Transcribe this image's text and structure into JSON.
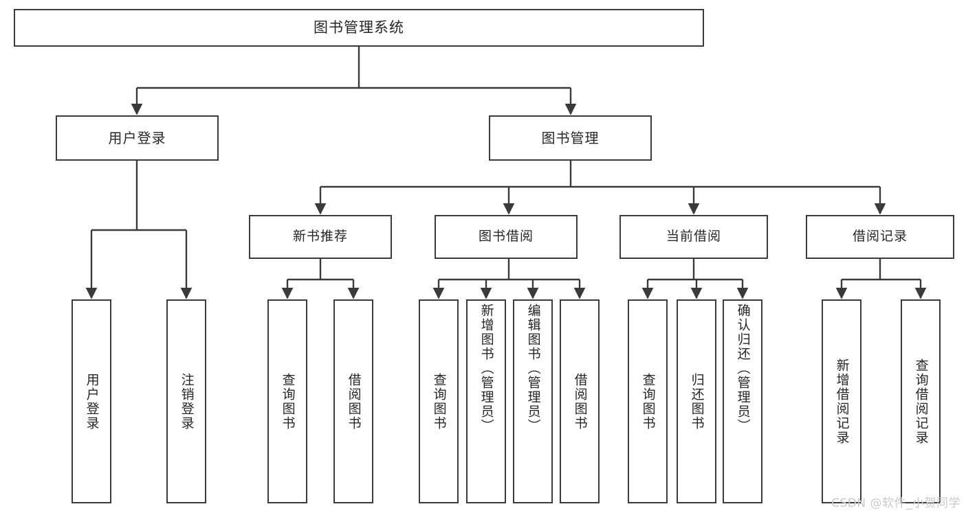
{
  "diagram": {
    "type": "tree",
    "title": "图书管理系统",
    "watermark": "CSDN @软件_小贺同学",
    "colors": {
      "box_stroke": "#3a3a3a",
      "box_fill": "#ffffff",
      "line": "#3a3a3a",
      "text": "#262626",
      "watermark": "#c9c9c9"
    },
    "root": {
      "label": "图书管理系统",
      "children": [
        {
          "label": "用户登录",
          "children": [
            {
              "label": "用户登录"
            },
            {
              "label": "注销登录"
            }
          ]
        },
        {
          "label": "图书管理",
          "children": [
            {
              "label": "新书推荐",
              "children": [
                {
                  "label": "查询图书"
                },
                {
                  "label": "借阅图书"
                }
              ]
            },
            {
              "label": "图书借阅",
              "children": [
                {
                  "label": "查询图书"
                },
                {
                  "label": "新增图书（管理员）"
                },
                {
                  "label": "编辑图书（管理员）"
                },
                {
                  "label": "借阅图书"
                }
              ]
            },
            {
              "label": "当前借阅",
              "children": [
                {
                  "label": "查询图书"
                },
                {
                  "label": "归还图书"
                },
                {
                  "label": "确认归还（管理员）"
                }
              ]
            },
            {
              "label": "借阅记录",
              "children": [
                {
                  "label": "新增借阅记录"
                },
                {
                  "label": "查询借阅记录"
                }
              ]
            }
          ]
        }
      ]
    },
    "nodes": {
      "root": "图书管理系统",
      "user_login": "用户登录",
      "book_manage": "图书管理",
      "new_book_rec": "新书推荐",
      "book_borrow": "图书借阅",
      "current_borrow": "当前借阅",
      "borrow_record": "借阅记录",
      "leaf_user_login": "用户登录",
      "leaf_logout": "注销登录",
      "leaf_rec_query": "查询图书",
      "leaf_rec_borrow": "借阅图书",
      "leaf_bb_query": "查询图书",
      "leaf_bb_add": "新增图书（管理员）",
      "leaf_bb_edit": "编辑图书（管理员）",
      "leaf_bb_borrow": "借阅图书",
      "leaf_cb_query": "查询图书",
      "leaf_cb_return": "归还图书",
      "leaf_cb_confirm": "确认归还（管理员）",
      "leaf_br_add": "新增借阅记录",
      "leaf_br_query": "查询借阅记录"
    }
  }
}
